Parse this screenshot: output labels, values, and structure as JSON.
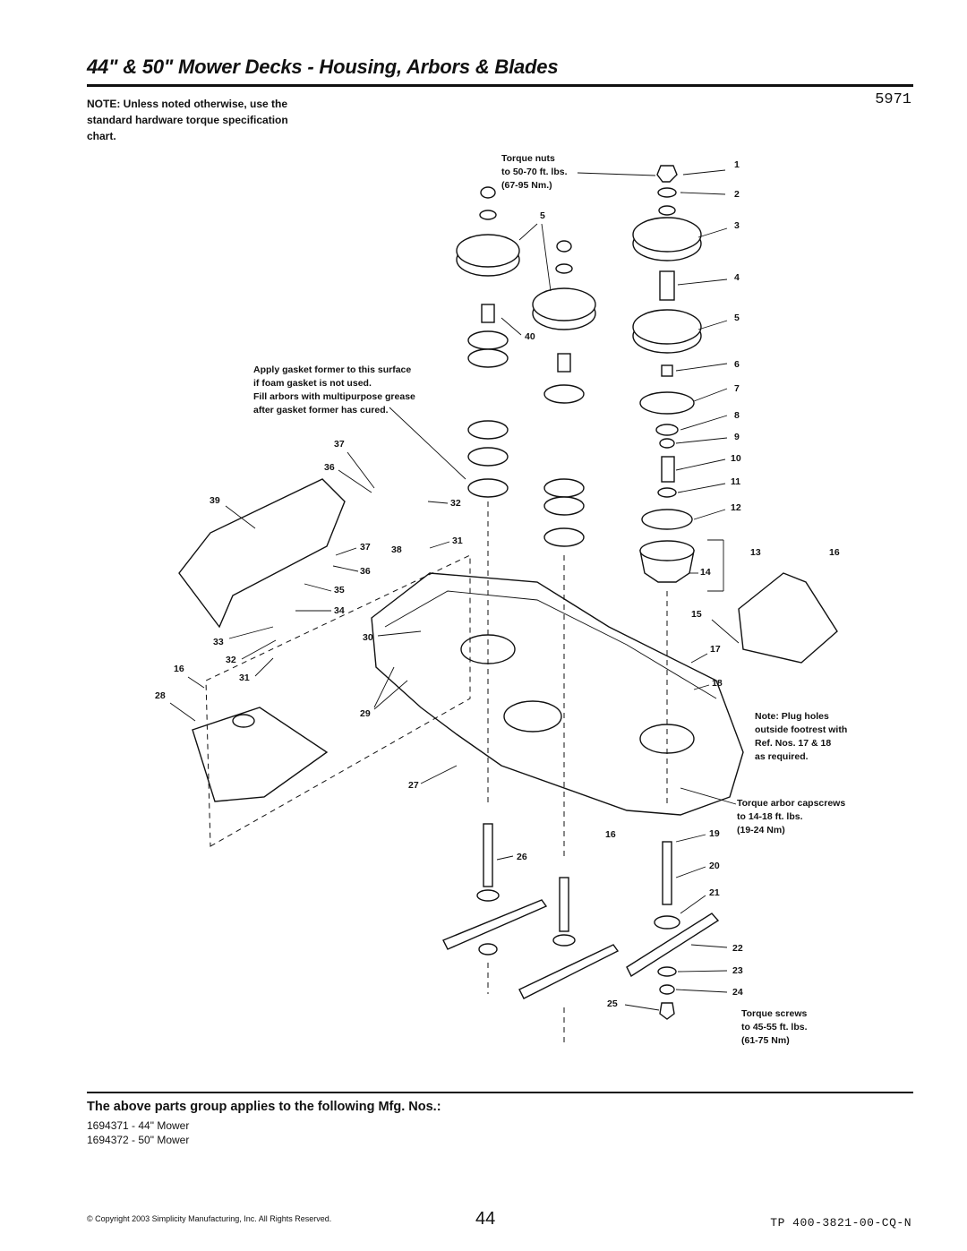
{
  "header": {
    "title": "44\" & 50\" Mower Decks - Housing, Arbors & Blades",
    "code": "5971"
  },
  "note": "NOTE: Unless noted otherwise, use the standard hardware torque specification chart.",
  "callouts": {
    "torque_nuts": [
      "Torque nuts",
      "to 50-70 ft. lbs.",
      "(67-95 Nm.)"
    ],
    "gasket": [
      "Apply gasket former to this surface",
      "if foam gasket is not used.",
      "Fill arbors with multipurpose grease",
      "after gasket former has cured."
    ],
    "plug_holes": [
      "Note: Plug holes",
      "outside footrest with",
      "Ref. Nos. 17 & 18",
      "as required."
    ],
    "arbor_capscrews": [
      "Torque arbor capscrews",
      "to 14-18 ft. lbs.",
      "(19-24 Nm)"
    ],
    "blade_screws": [
      "Torque screws",
      "to 45-55 ft. lbs.",
      "(61-75 Nm)"
    ]
  },
  "ref_numbers": [
    "1",
    "2",
    "3",
    "4",
    "5",
    "5",
    "6",
    "7",
    "8",
    "9",
    "10",
    "11",
    "12",
    "13",
    "16",
    "14",
    "15",
    "17",
    "18",
    "19",
    "20",
    "21",
    "22",
    "23",
    "24",
    "25",
    "26",
    "27",
    "16",
    "28",
    "29",
    "30",
    "31",
    "32",
    "33",
    "34",
    "35",
    "36",
    "37",
    "38",
    "31",
    "32",
    "36",
    "37",
    "39",
    "40",
    "16"
  ],
  "applies_heading": "The above parts group applies to the following Mfg. Nos.:",
  "mfg_numbers": [
    "1694371 - 44\" Mower",
    "1694372 - 50\" Mower"
  ],
  "footer": {
    "copyright": "© Copyright 2003 Simplicity Manufacturing, Inc. All Rights Reserved.",
    "page": "44",
    "doc": "TP 400-3821-00-CQ-N"
  }
}
